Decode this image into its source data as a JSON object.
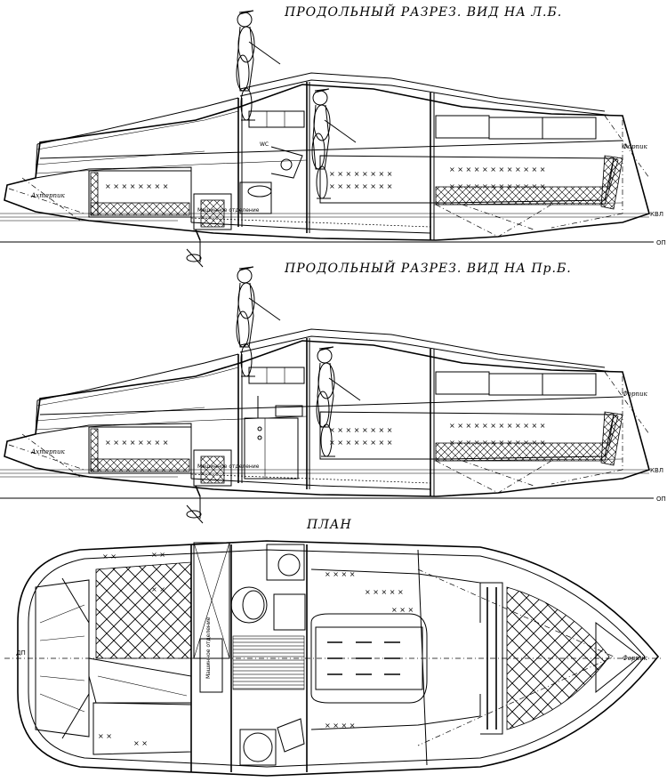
{
  "titles": {
    "section_port": "ПРОДОЛЬНЫЙ РАЗРЕЗ. ВИД НА Л.Б.",
    "section_starboard": "ПРОДОЛЬНЫЙ РАЗРЕЗ. ВИД НА Пр.Б.",
    "plan": "ПЛАН"
  },
  "labels": {
    "aft_peak": "Ахтерпик",
    "fore_peak": "Форпик",
    "engine_room": "Машинное отделение",
    "engine_room_plan": "Машинное отделение",
    "wc": "WC",
    "waterline": "КВЛ",
    "baseline": "ОП",
    "centerline": "ДП"
  }
}
